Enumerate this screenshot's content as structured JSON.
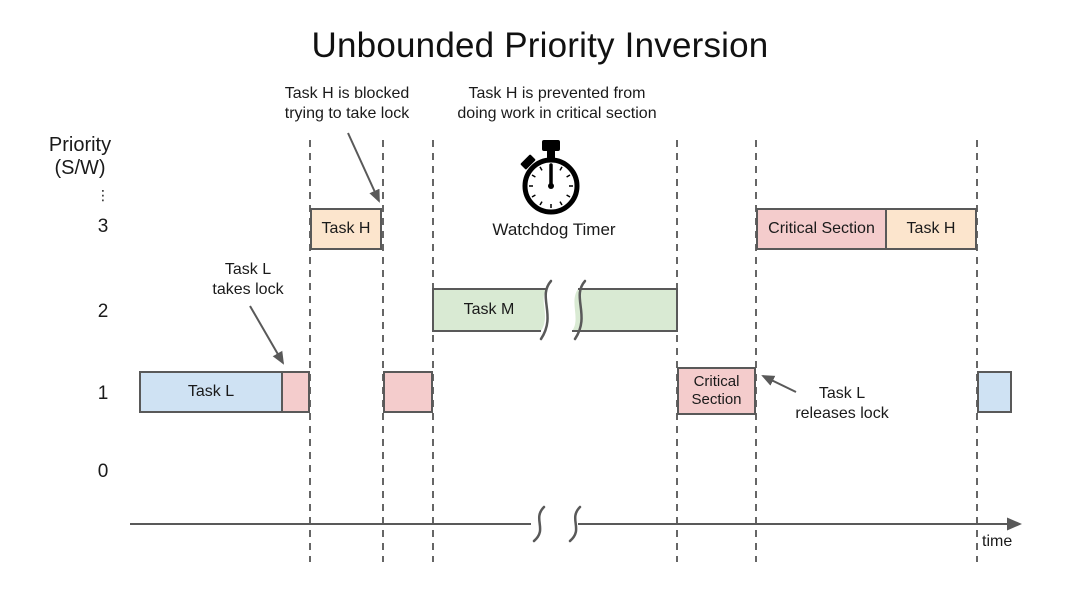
{
  "title": "Unbounded Priority Inversion",
  "y_axis": {
    "label_line1": "Priority",
    "label_line2": "(S/W)",
    "ellipsis": "⋮",
    "levels": [
      "3",
      "2",
      "1",
      "0"
    ]
  },
  "x_axis": {
    "label": "time"
  },
  "annotations": {
    "task_h_blocked": {
      "line1": "Task H is blocked",
      "line2": "trying to take lock"
    },
    "task_h_prevented": {
      "line1": "Task H is prevented from",
      "line2": "doing work in critical section"
    },
    "task_l_takes": {
      "line1": "Task L",
      "line2": "takes lock"
    },
    "task_l_releases": {
      "line1": "Task L",
      "line2": "releases lock"
    }
  },
  "watchdog": {
    "icon": "stopwatch",
    "label": "Watchdog Timer"
  },
  "tasks": {
    "task_l": "Task L",
    "task_h_blocked": "Task H",
    "task_m": "Task M",
    "critical_section_small": {
      "line1": "Critical",
      "line2": "Section"
    },
    "critical_section_full": "Critical Section",
    "task_h_resumed": "Task H"
  },
  "colors": {
    "task_l_fill": "#cfe2f3",
    "task_h_fill": "#fce5cd",
    "task_m_fill": "#d9ead3",
    "critical_section_fill": "#f4cccc",
    "outline": "#595959",
    "gridline": "#666666"
  }
}
